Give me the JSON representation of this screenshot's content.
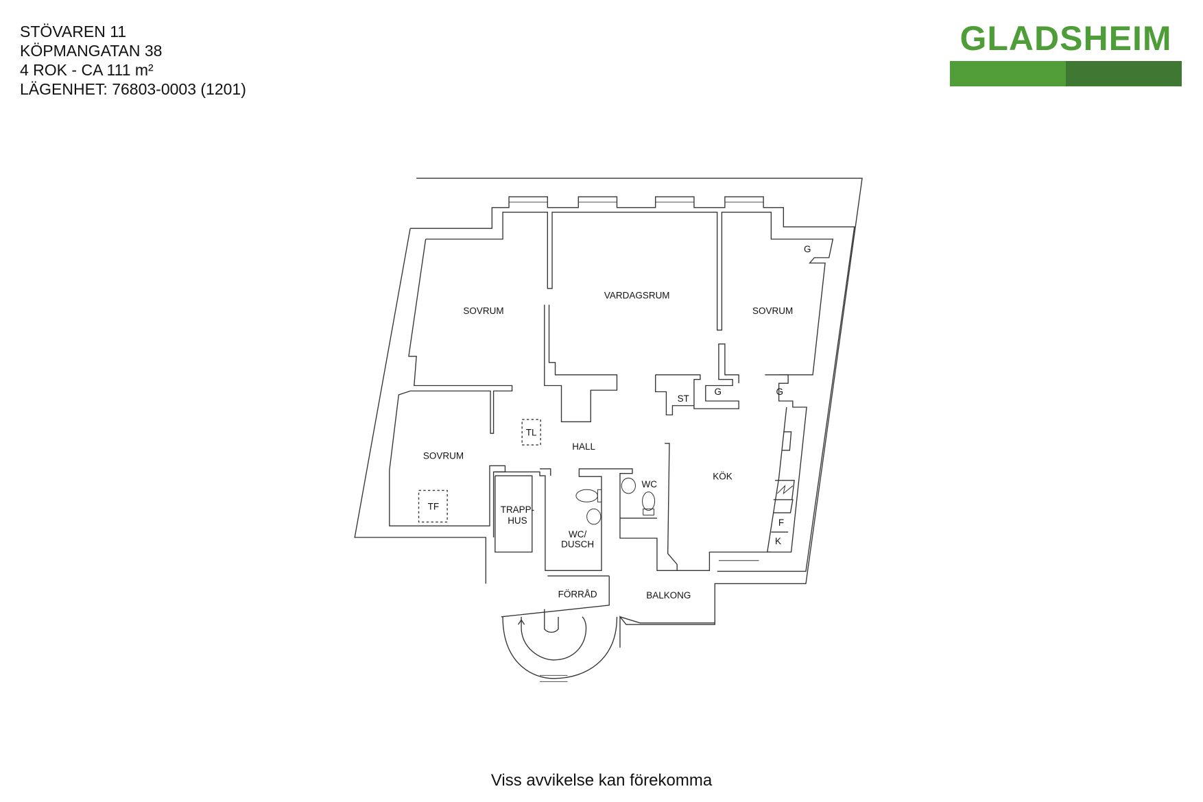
{
  "header": {
    "property": "STÖVAREN 11",
    "street": "KÖPMANGATAN 38",
    "size": "4 ROK - CA 111 m²",
    "apartment": "LÄGENHET:  76803-0003 (1201)"
  },
  "logo": {
    "text": "GLADSHEIM",
    "colors": [
      "#4e9d38",
      "#519d38",
      "#3f7832"
    ]
  },
  "rooms": {
    "sovrum1": "SOVRUM",
    "vardagsrum": "VARDAGSRUM",
    "sovrum2": "SOVRUM",
    "sovrum3": "SOVRUM",
    "hall": "HALL",
    "kok": "KÖK",
    "trapphus1": "TRAPP-",
    "trapphus2": "HUS",
    "wcdusch1": "WC/",
    "wcdusch2": "DUSCH",
    "wc": "WC",
    "forrad": "FÖRRÅD",
    "balkong": "BALKONG",
    "st": "ST",
    "g1": "G",
    "g2": "G",
    "g3": "G",
    "tl": "TL",
    "tf": "TF",
    "f": "F",
    "k": "K"
  },
  "footer": "Viss avvikelse kan förekomma"
}
